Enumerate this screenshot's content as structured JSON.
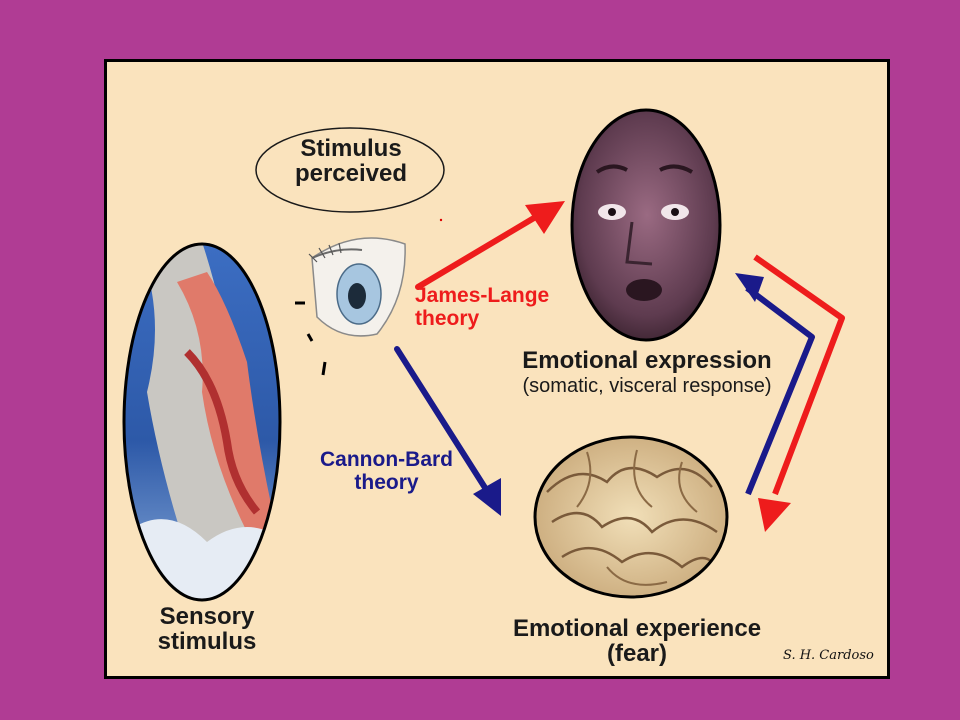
{
  "labels": {
    "stimulus_perceived_line1": "Stimulus",
    "stimulus_perceived_line2": "perceived",
    "james_lange_line1": "James-Lange",
    "james_lange_line2": "theory",
    "cannon_bard_line1": "Cannon-Bard",
    "cannon_bard_line2": "theory",
    "emotional_expression": "Emotional expression",
    "emotional_expression_sub": "(somatic, visceral response)",
    "sensory_stimulus_line1": "Sensory",
    "sensory_stimulus_line2": "stimulus",
    "emotional_experience": "Emotional experience",
    "emotional_experience_sub": "(fear)",
    "signature": "S. H. Cardoso"
  },
  "colors": {
    "slide_background": "#b03c94",
    "panel_background": "#fae3bd",
    "james_lange_arrow": "#ee1c1c",
    "cannon_bard_arrow": "#1a1a8a"
  },
  "images": {
    "sensory_stimulus": "shark-photo",
    "stimulus_perceived": "eye-drawing",
    "emotional_expression": "frightened-face-photo",
    "emotional_experience": "brain-photo"
  }
}
